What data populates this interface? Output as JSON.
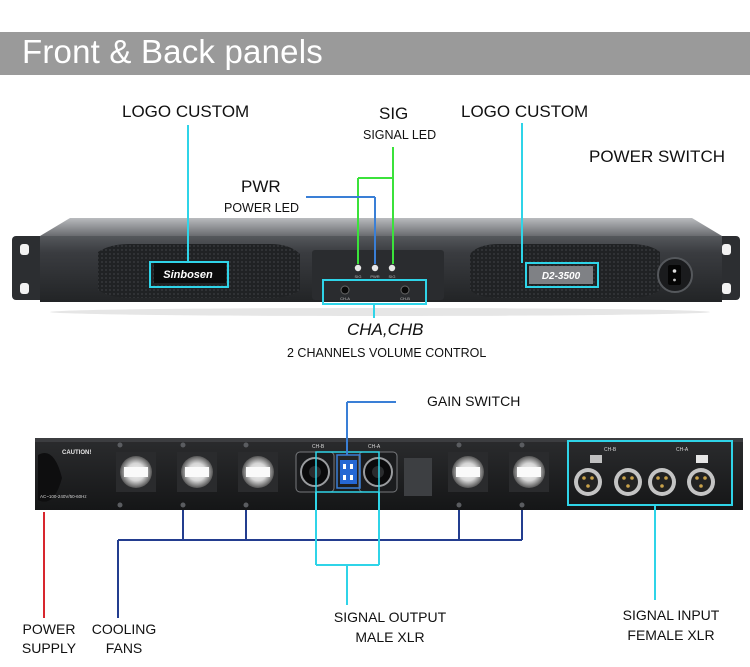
{
  "banner": {
    "title": "Front & Back panels"
  },
  "front": {
    "logo_left": "LOGO CUSTOM",
    "sig_title": "SIG",
    "sig_sub": "SIGNAL LED",
    "logo_right": "LOGO CUSTOM",
    "power_switch": "POWER SWITCH",
    "pwr_title": "PWR",
    "pwr_sub": "POWER LED",
    "brand_logo": "Sinbosen",
    "model_plate": "D2-3500",
    "led_labels": [
      "SIG",
      "PWR",
      "SIG"
    ],
    "knob_labels": [
      "CH-A",
      "CH-B"
    ],
    "cha_chb_title": "CHA,CHB",
    "cha_chb_sub": "2 CHANNELS VOLUME CONTROL"
  },
  "back": {
    "gain_switch": "GAIN SWITCH",
    "caution": "CAUTION!",
    "ac_text": "AC~100-240V/50-60Hz",
    "ch_b": "CH-B",
    "ch_a": "CH-A",
    "xlr_ch_b": "CH-B",
    "xlr_ch_a": "CH-A",
    "power_supply": [
      "POWER",
      "SUPPLY"
    ],
    "cooling_fans": [
      "COOLING",
      "FANS"
    ],
    "signal_output": [
      "SIGNAL OUTPUT",
      "MALE XLR"
    ],
    "signal_input": [
      "SIGNAL INPUT",
      "FEMALE XLR"
    ]
  },
  "colors": {
    "banner": "#9a9a9a",
    "cyan": "#2fd4e8",
    "green": "#3be23b",
    "blue": "#3a7fd6",
    "navy": "#233d8f",
    "red": "#d8262e"
  }
}
